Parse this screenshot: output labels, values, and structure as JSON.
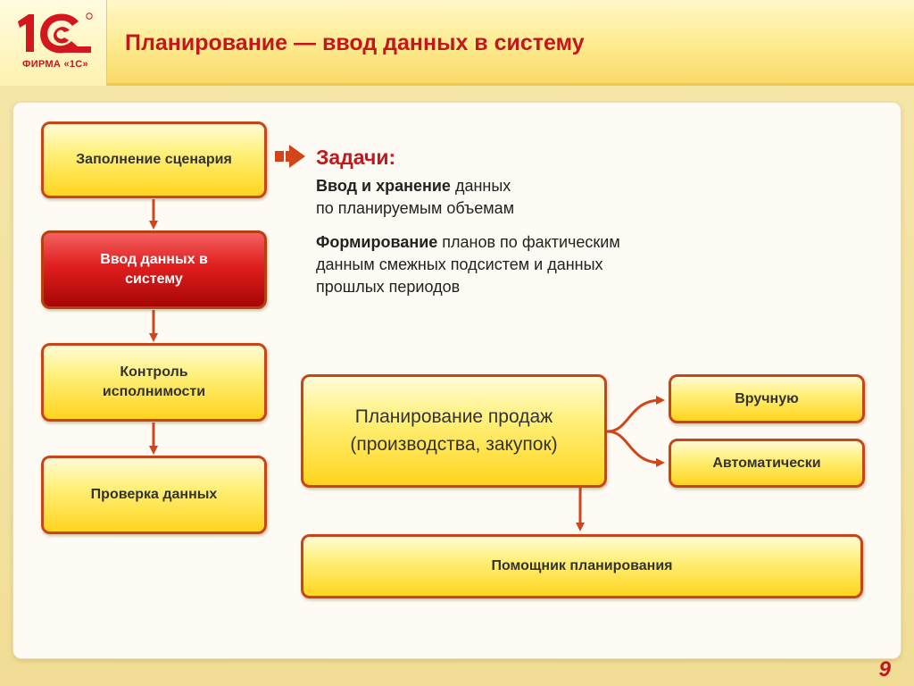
{
  "header": {
    "logo_text": "1С",
    "logo_caption": "ФИРМА «1С»",
    "title": "Планирование —  ввод данных в систему"
  },
  "flow": {
    "step1": "Заполнение сценария",
    "step2_line1": "Ввод данных в",
    "step2_line2": "систему",
    "step3_line1": "Контроль",
    "step3_line2": "исполнимости",
    "step4": "Проверка данных"
  },
  "tasks": {
    "title": "Задачи:",
    "item1_bold": "Ввод и хранение",
    "item1_rest_line1": " данных",
    "item1_line2": "по планируемым объемам",
    "item2_bold": "Формирование",
    "item2_rest_line1": " планов по фактическим",
    "item2_line2": "данным смежных  подсистем и данных",
    "item2_line3": "прошлых периодов"
  },
  "planning": {
    "main_line1": "Планирование продаж",
    "main_line2": "(производства, закупок)",
    "manual": "Вручную",
    "auto": "Автоматически",
    "assistant": "Помощник планирования"
  },
  "page_number": "9",
  "colors": {
    "accent_red": "#c5161d",
    "border_orange": "#c8451a",
    "box_yellow": "#ffd41e",
    "active_red": "#e01e1e"
  }
}
